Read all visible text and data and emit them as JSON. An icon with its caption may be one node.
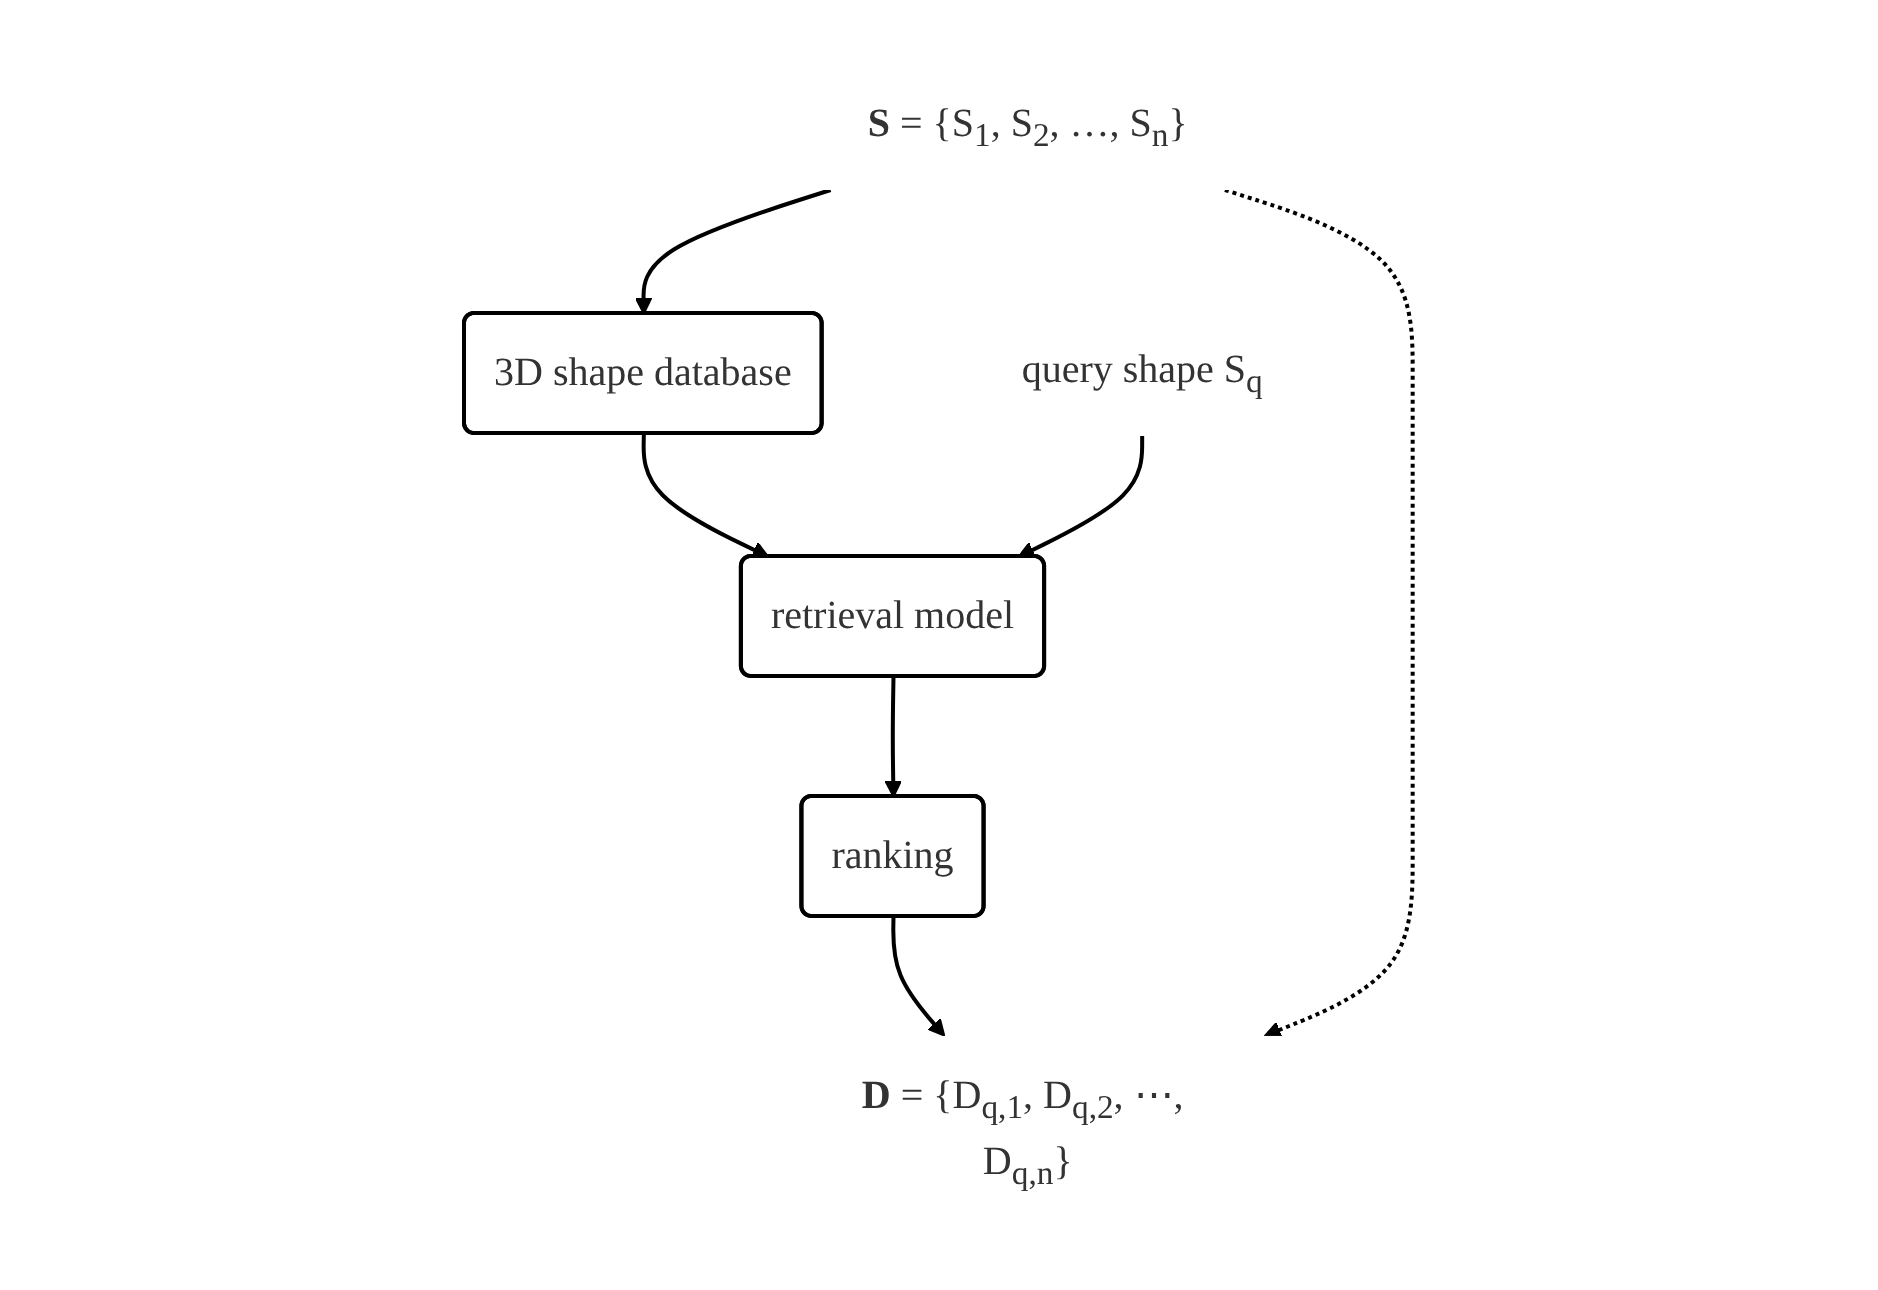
{
  "diagram": {
    "nodes": [
      {
        "text": [
          "**S** = {S$_{1}$, S$_{2}$, …, S$_{n}$}"
        ]
      },
      {
        "text": [
          "3D shape database"
        ]
      },
      {
        "text": [
          "query shape S$_{q}$"
        ]
      },
      {
        "text": [
          "retrieval model"
        ]
      },
      {
        "text": [
          "ranking"
        ]
      },
      {
        "text": [
          "**D** = {D$_{q,1}$, D$_{q,2}$, ⋯, D$_{q,n}$}"
        ]
      }
    ],
    "edges": [
      {
        "from": 0,
        "to": 1,
        "arrow": "to"
      },
      {
        "from": 1,
        "to": 3,
        "arrow": "to"
      },
      {
        "from": 2,
        "to": 3,
        "arrow": "to"
      },
      {
        "from": 3,
        "to": 4,
        "arrow": "to"
      },
      {
        "from": 4,
        "to": 5,
        "arrow": "to"
      },
      {
        "from": 0,
        "to": 5,
        "arrow": "to",
        "style": "dashed"
      }
    ]
  }
}
